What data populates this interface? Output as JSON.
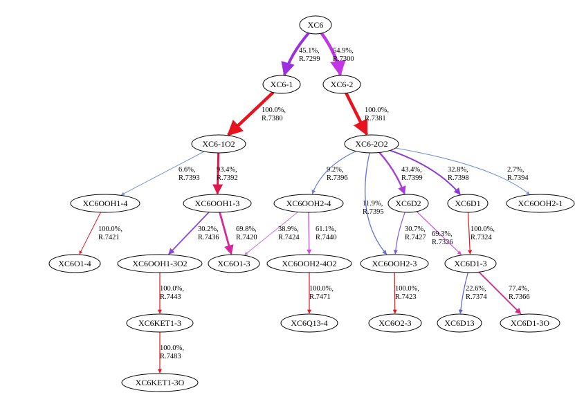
{
  "diagram": {
    "nodes": [
      {
        "id": "XC6",
        "label": "XC6"
      },
      {
        "id": "XC6-1",
        "label": "XC6-1"
      },
      {
        "id": "XC6-2",
        "label": "XC6-2"
      },
      {
        "id": "XC6-1O2",
        "label": "XC6-1O2"
      },
      {
        "id": "XC6-2O2",
        "label": "XC6-2O2"
      },
      {
        "id": "XC6OOH1-4",
        "label": "XC6OOH1-4"
      },
      {
        "id": "XC6OOH1-3",
        "label": "XC6OOH1-3"
      },
      {
        "id": "XC6OOH2-4",
        "label": "XC6OOH2-4"
      },
      {
        "id": "XC6D2",
        "label": "XC6D2"
      },
      {
        "id": "XC6D1",
        "label": "XC6D1"
      },
      {
        "id": "XC6OOH2-1",
        "label": "XC6OOH2-1"
      },
      {
        "id": "XC6O1-4",
        "label": "XC6O1-4"
      },
      {
        "id": "XC6OOH1-3O2",
        "label": "XC6OOH1-3O2"
      },
      {
        "id": "XC6O1-3",
        "label": "XC6O1-3"
      },
      {
        "id": "XC6OOH2-4O2",
        "label": "XC6OOH2-4O2"
      },
      {
        "id": "XC6OOH2-3",
        "label": "XC6OOH2-3"
      },
      {
        "id": "XC6D1-3",
        "label": "XC6D1-3"
      },
      {
        "id": "XC6KET1-3",
        "label": "XC6KET1-3"
      },
      {
        "id": "XC6Q13-4",
        "label": "XC6Q13-4"
      },
      {
        "id": "XC6O2-3",
        "label": "XC6O2-3"
      },
      {
        "id": "XC6D13",
        "label": "XC6D13"
      },
      {
        "id": "XC6D1-3O",
        "label": "XC6D1-3O"
      },
      {
        "id": "XC6KET1-3O",
        "label": "XC6KET1-3O"
      }
    ],
    "edges": [
      {
        "from": "XC6",
        "to": "XC6-1",
        "pct": "45.1%,",
        "rxn": "R.7299",
        "color": "#9b30e0"
      },
      {
        "from": "XC6",
        "to": "XC6-2",
        "pct": "54.9%,",
        "rxn": "R.7300",
        "color": "#c236e6"
      },
      {
        "from": "XC6-1",
        "to": "XC6-1O2",
        "pct": "100.0%,",
        "rxn": "R.7380",
        "color": "#e8131f"
      },
      {
        "from": "XC6-2",
        "to": "XC6-2O2",
        "pct": "100.0%,",
        "rxn": "R.7381",
        "color": "#e8131f"
      },
      {
        "from": "XC6-1O2",
        "to": "XC6OOH1-4",
        "pct": "6.6%,",
        "rxn": "R.7393",
        "color": "#7b93d6"
      },
      {
        "from": "XC6-1O2",
        "to": "XC6OOH1-3",
        "pct": "93.4%,",
        "rxn": "R.7392",
        "color": "#e0154b"
      },
      {
        "from": "XC6-2O2",
        "to": "XC6OOH2-4",
        "pct": "9.2%,",
        "rxn": "R.7396",
        "color": "#6a7dd8"
      },
      {
        "from": "XC6-2O2",
        "to": "XC6OOH2-3",
        "pct": "11.9%,",
        "rxn": "R.7395",
        "color": "#6070d8"
      },
      {
        "from": "XC6-2O2",
        "to": "XC6D2",
        "pct": "43.4%,",
        "rxn": "R.7399",
        "color": "#a83ed8"
      },
      {
        "from": "XC6-2O2",
        "to": "XC6D1",
        "pct": "32.8%,",
        "rxn": "R.7398",
        "color": "#8a3cd8"
      },
      {
        "from": "XC6-2O2",
        "to": "XC6OOH2-1",
        "pct": "2.7%,",
        "rxn": "R.7394",
        "color": "#6f8fd4"
      },
      {
        "from": "XC6OOH1-4",
        "to": "XC6O1-4",
        "pct": "100.0%,",
        "rxn": "R.7421",
        "color": "#e8131f"
      },
      {
        "from": "XC6OOH1-3",
        "to": "XC6OOH1-3O2",
        "pct": "30.2%,",
        "rxn": "R.7436",
        "color": "#8a48d8"
      },
      {
        "from": "XC6OOH1-3",
        "to": "XC6O1-3",
        "pct": "69.8%,",
        "rxn": "R.7420",
        "color": "#d6279a"
      },
      {
        "from": "XC6OOH2-4",
        "to": "XC6O1-3",
        "pct": "38.9%,",
        "rxn": "R.7424",
        "color": "#c072d8"
      },
      {
        "from": "XC6OOH2-4",
        "to": "XC6OOH2-4O2",
        "pct": "61.1%,",
        "rxn": "R.7440",
        "color": "#d149d8"
      },
      {
        "from": "XC6D2",
        "to": "XC6OOH2-3",
        "pct": "30.7%,",
        "rxn": "R.7427",
        "color": "#7d58d6"
      },
      {
        "from": "XC6D2",
        "to": "XC6D1-3",
        "pct": "69.3%,",
        "rxn": "R.7326",
        "color": "#d450d8"
      },
      {
        "from": "XC6D1",
        "to": "XC6D1-3",
        "pct": "100.0%,",
        "rxn": "R.7324",
        "color": "#e8131f"
      },
      {
        "from": "XC6OOH1-3O2",
        "to": "XC6KET1-3",
        "pct": "100.0%,",
        "rxn": "R.7443",
        "color": "#e8131f"
      },
      {
        "from": "XC6OOH2-4O2",
        "to": "XC6Q13-4",
        "pct": "100.0%,",
        "rxn": "R.7471",
        "color": "#e8131f"
      },
      {
        "from": "XC6OOH2-3",
        "to": "XC6O2-3",
        "pct": "100.0%,",
        "rxn": "R.7423",
        "color": "#e8131f"
      },
      {
        "from": "XC6D1-3",
        "to": "XC6D13",
        "pct": "22.6%,",
        "rxn": "R.7374",
        "color": "#5a5ccf"
      },
      {
        "from": "XC6D1-3",
        "to": "XC6D1-3O",
        "pct": "77.4%,",
        "rxn": "R.7366",
        "color": "#d42787"
      },
      {
        "from": "XC6KET1-3",
        "to": "XC6KET1-3O",
        "pct": "100.0%,",
        "rxn": "R.7483",
        "color": "#e8131f"
      }
    ]
  }
}
